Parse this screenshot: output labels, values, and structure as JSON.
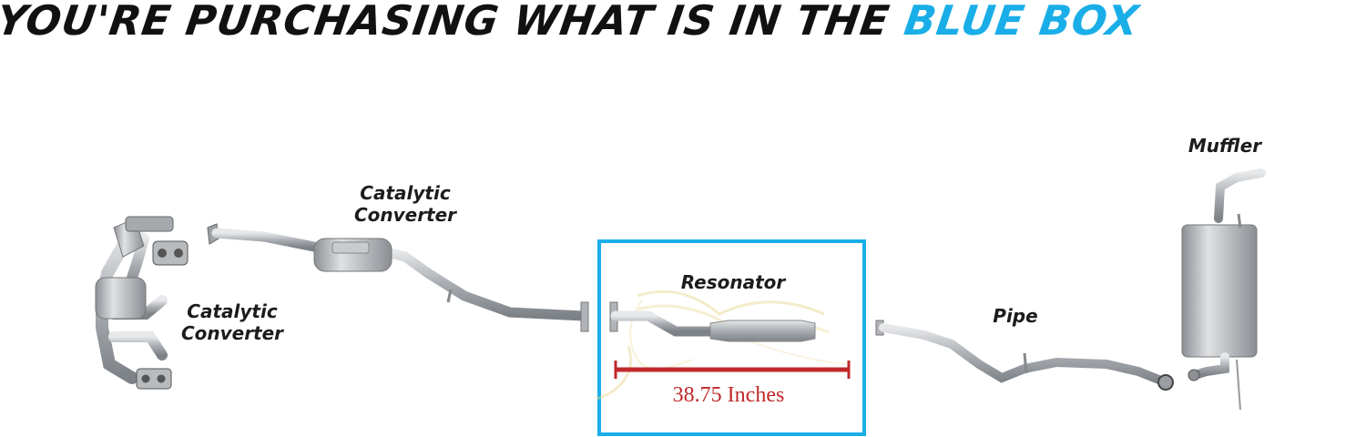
{
  "headline": {
    "text_dark": "YOU'RE PURCHASING WHAT IS IN THE ",
    "text_blue": "BLUE BOX"
  },
  "labels": {
    "cat_converter_1": [
      "Catalytic",
      "Converter"
    ],
    "cat_converter_2": [
      "Catalytic",
      "Converter"
    ],
    "resonator": "Resonator",
    "pipe": "Pipe",
    "muffler": "Muffler"
  },
  "measurement": "38.75 Inches",
  "colors": {
    "accent_blue": "#1aaee8",
    "measure_red": "#c0282a",
    "metal": "#b8bcc0"
  }
}
